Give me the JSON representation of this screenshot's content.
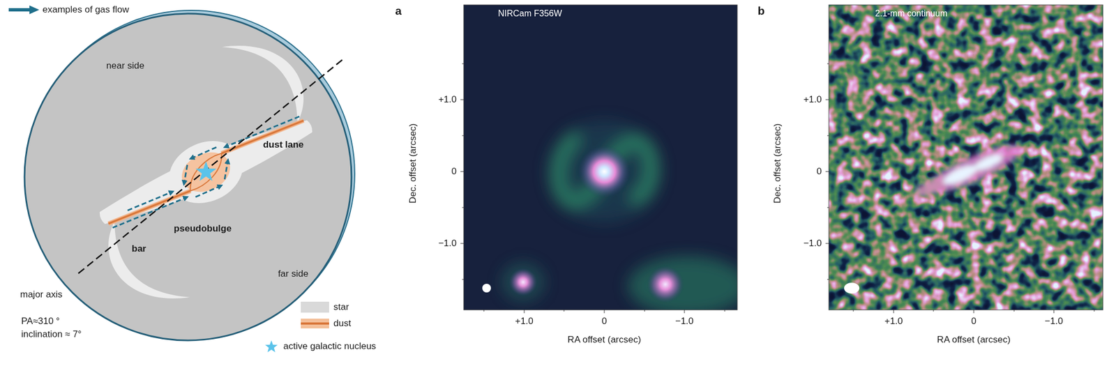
{
  "diagram": {
    "nodes": [
      {
        "text": [
          "near side",
          "far side"
        ]
      },
      {
        "text": [
          "a",
          "NIRCam F356W"
        ]
      },
      {
        "text": [
          "b",
          "2.1-mm continuum"
        ]
      }
    ],
    "labels": [
      "dust lane",
      "pseudobulge",
      "bar",
      "major axis",
      "PA≈310 °",
      "inclination ≈ 7°",
      "Dec. offset (arcsec)",
      "+1.0",
      "0",
      "−1.0",
      "+1.0",
      "0",
      "−1.0",
      "RA offset (arcsec)",
      "Dec. offset (arcsec)",
      "+1.0",
      "0",
      "−1.0",
      "+1.0",
      "0",
      "−1.0",
      "RA offset (arcsec)"
    ],
    "legend": [
      {
        "text": "examples of gas flow"
      },
      {
        "text": "star",
        "color": "#d9d9d9"
      },
      {
        "text": "dust",
        "color": "#f4c09a"
      },
      {
        "text": "active galactic nucleus"
      }
    ]
  }
}
